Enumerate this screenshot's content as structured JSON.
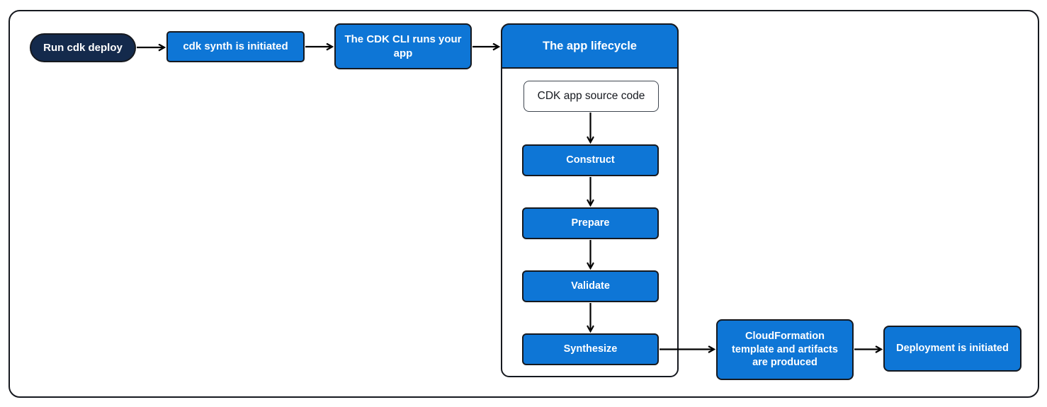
{
  "nodes": {
    "run_cdk_deploy": "Run cdk deploy",
    "cdk_synth": "cdk synth is initiated",
    "cdk_cli": "The CDK CLI runs your app",
    "lifecycle_title": "The app lifecycle",
    "source_code": "CDK app source code",
    "construct": "Construct",
    "prepare": "Prepare",
    "validate": "Validate",
    "synthesize": "Synthesize",
    "cloudformation": "CloudFormation template and artifacts are produced",
    "deployment": "Deployment is initiated"
  },
  "colors": {
    "box_blue": "#0E76D6",
    "pill_navy": "#142A4C",
    "border_dark": "#16191F",
    "white_box_border": "#3F4650",
    "text_light": "#FFFFFF",
    "text_dark": "#16191F",
    "arrow_black": "#000000",
    "background": "#FFFFFF"
  }
}
